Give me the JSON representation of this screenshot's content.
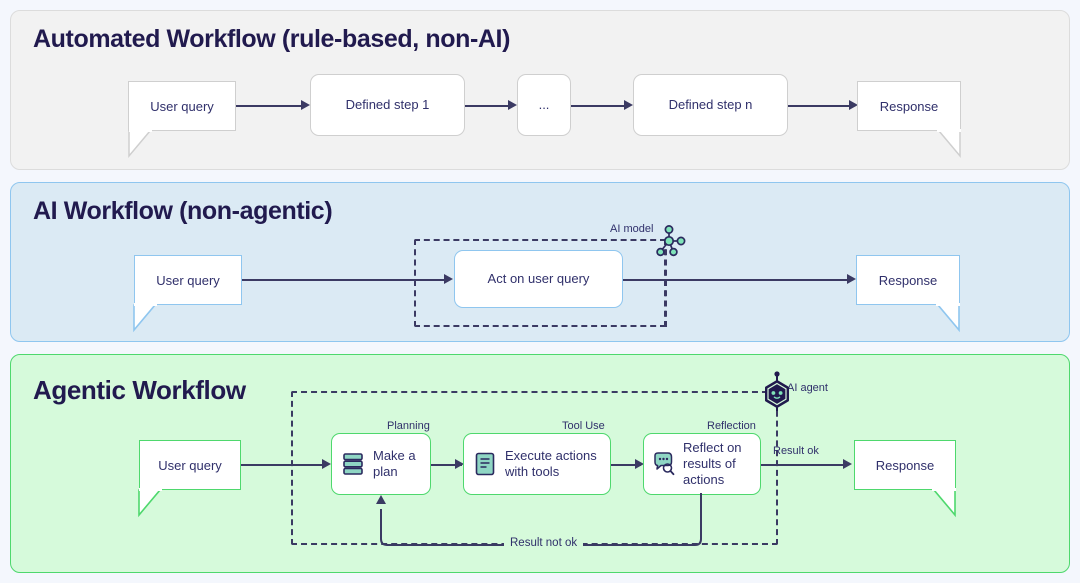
{
  "page": {
    "background": "#f4f7fd",
    "text_color": "#30306b",
    "title_color": "#211a4e",
    "connector_color": "#3b3a63"
  },
  "panels": [
    {
      "id": "automated-workflow",
      "title": "Automated Workflow (rule-based, non-AI)",
      "background": "#f2f2f2",
      "border": "#dcdcdc",
      "nodes": [
        {
          "name": "user-query-bubble",
          "label": "User query"
        },
        {
          "name": "defined-step-1",
          "label": "Defined step 1"
        },
        {
          "name": "ellipsis-step",
          "label": "..."
        },
        {
          "name": "defined-step-n",
          "label": "Defined step n"
        },
        {
          "name": "response-bubble",
          "label": "Response"
        }
      ]
    },
    {
      "id": "ai-workflow",
      "title": "AI Workflow (non-agentic)",
      "background": "#dbeaf4",
      "border": "#8fc6ef",
      "group_label": "AI model",
      "nodes": [
        {
          "name": "user-query-bubble",
          "label": "User query"
        },
        {
          "name": "act-on-user-query",
          "label": "Act on user query"
        },
        {
          "name": "response-bubble",
          "label": "Response"
        }
      ]
    },
    {
      "id": "agentic-workflow",
      "title": "Agentic Workflow",
      "background": "#d6fadb",
      "border": "#4ed86d",
      "group_label": "AI agent",
      "captions": [
        "Planning",
        "Tool Use",
        "Reflection"
      ],
      "nodes": [
        {
          "name": "user-query-bubble",
          "label": "User query"
        },
        {
          "name": "make-a-plan",
          "label": "Make a\nplan",
          "icon": "layers-icon"
        },
        {
          "name": "execute-actions",
          "label": "Execute actions\nwith tools",
          "icon": "document-icon"
        },
        {
          "name": "reflect-on-results",
          "label": "Reflect on\nresults of\nactions",
          "icon": "speech-search-icon"
        },
        {
          "name": "response-bubble",
          "label": "Response"
        }
      ],
      "edge_labels": {
        "result_ok": "Result ok",
        "result_not_ok": "Result not ok"
      }
    }
  ],
  "labels": {
    "p1_user_query": "User query",
    "p1_step1": "Defined step 1",
    "p1_ellipsis": "...",
    "p1_stepn": "Defined step n",
    "p1_response": "Response",
    "p2_user_query": "User query",
    "p2_act": "Act on user query",
    "p2_response": "Response",
    "p2_ai_model": "AI model",
    "p3_user_query": "User query",
    "p3_plan": "Make a plan",
    "p3_execute": "Execute actions with tools",
    "p3_reflect": "Reflect on results of actions",
    "p3_response": "Response",
    "p3_ai_agent": "AI agent",
    "p3_planning": "Planning",
    "p3_tooluse": "Tool Use",
    "p3_reflection": "Reflection",
    "p3_result_ok": "Result ok",
    "p3_result_not_ok": "Result not ok"
  },
  "colors": {
    "grey_border": "#cfcfcf",
    "blue_border": "#8fc6ef",
    "green_border": "#4ed86d",
    "icon_teal": "#8fd6c4",
    "icon_navy": "#2b2a5e"
  }
}
